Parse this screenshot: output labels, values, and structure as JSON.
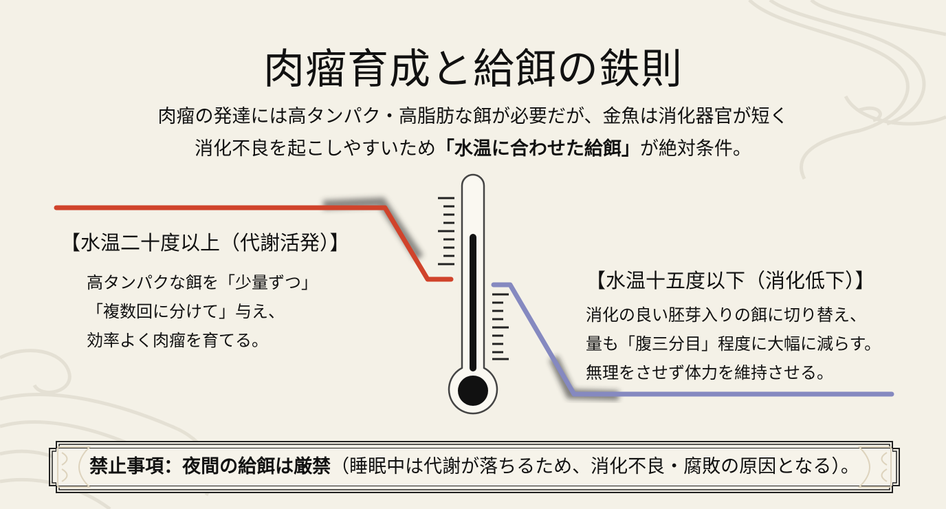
{
  "title": "肉瘤育成と給餌の鉄則",
  "intro": {
    "line1": "肉瘤の発達には高タンパク・高脂肪な餌が必要だが、金魚は消化器官が短く",
    "line2_before": "消化不良を起こしやすいため",
    "line2_emphasis": "「水温に合わせた給餌」",
    "line2_after": "が絶対条件。"
  },
  "high_temp": {
    "heading": "【水温二十度以上（代謝活発）】",
    "lines": [
      "高タンパクな餌を「少量ずつ」",
      "「複数回に分けて」与え、",
      "効率よく肉瘤を育てる。"
    ],
    "line_color": "#d0432b"
  },
  "low_temp": {
    "heading": "【水温十五度以下（消化低下）】",
    "lines": [
      "消化の良い胚芽入りの餌に切り替え、",
      "量も「腹三分目」程度に大幅に減らす。",
      "無理をさせず体力を維持させる。"
    ],
    "line_color": "#8589c0"
  },
  "thermometer": {
    "icon": "thermometer-icon"
  },
  "warning": {
    "emphasis": "禁止事項：夜間の給餌は厳禁",
    "detail": "（睡眠中は代謝が落ちるため、消化不良・腐敗の原因となる）。"
  },
  "colors": {
    "background": "#f4f1e7",
    "text": "#111111",
    "ink": "#222222"
  }
}
